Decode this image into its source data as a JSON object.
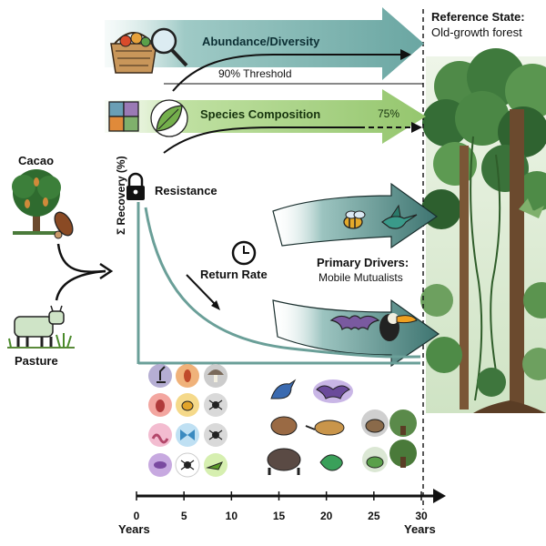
{
  "reference": {
    "title": "Reference State:",
    "subtitle": "Old-growth forest"
  },
  "bands": {
    "abundance_label": "Abundance/Diversity",
    "threshold_label": "90% Threshold",
    "composition_label": "Species Composition",
    "composition_pct": "75%"
  },
  "chart": {
    "resistance_label": "Resistance",
    "return_rate_label": "Return Rate",
    "drivers_title": "Primary Drivers:",
    "drivers_subtitle": "Mobile Mutualists",
    "y_axis_label": "Recovery (%)",
    "sum_symbol": "Σ"
  },
  "land_uses": {
    "cacao": "Cacao",
    "pasture": "Pasture"
  },
  "timeline": {
    "ticks": [
      "0",
      "5",
      "10",
      "15",
      "20",
      "25",
      "30"
    ],
    "start_label": "Years",
    "end_label": "Years"
  },
  "icons": {
    "invertebrates": [
      "microscope-icon",
      "ant-icon",
      "mushroom-icon",
      "beetle-icon",
      "bee-icon",
      "spider-icon",
      "worm-icon",
      "butterfly-icon",
      "spider-icon",
      "larva-icon",
      "spider-icon",
      "grasshopper-icon"
    ],
    "vertebrates": [
      "bird-icon",
      "bat-icon",
      "rodent-icon",
      "coati-icon",
      "armadillo-icon",
      "tree-icon",
      "tapir-icon",
      "lizard-icon",
      "frog-icon",
      "tree-icon"
    ],
    "drivers": [
      "bee-icon",
      "hummingbird-icon",
      "bat-icon",
      "toucan-icon"
    ],
    "band_icons": [
      "basket-icon",
      "magnifier-icon",
      "puzzle-icon",
      "leaf-icon",
      "lock-icon",
      "clock-icon"
    ]
  },
  "colors": {
    "abundance_band": "#7fb3b0",
    "composition_band": "#a9d189",
    "recovery_curve": "#6a9f98",
    "driver_arrow": "#3d7470",
    "forest_dark": "#3a6a3a"
  }
}
